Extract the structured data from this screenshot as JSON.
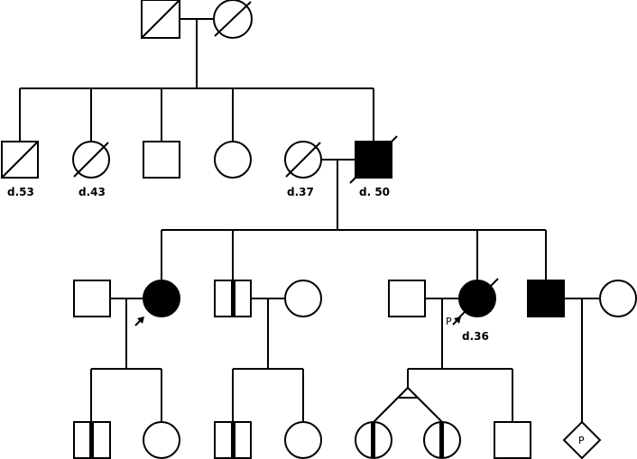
{
  "pedigree": {
    "generation_1": {
      "grandfather": {
        "sex": "male",
        "deceased": true,
        "affected": false
      },
      "grandmother": {
        "sex": "female",
        "deceased": true,
        "affected": false
      }
    },
    "generation_2": [
      {
        "sex": "male",
        "deceased": true,
        "affected": false,
        "age_label": "d.53"
      },
      {
        "sex": "female",
        "deceased": true,
        "affected": false,
        "age_label": "d.43"
      },
      {
        "sex": "male",
        "deceased": false,
        "affected": false
      },
      {
        "sex": "female",
        "deceased": false,
        "affected": false
      },
      {
        "sex": "female",
        "deceased": true,
        "affected": false,
        "age_label": "d.37",
        "spouse_of_affected_male": true
      },
      {
        "sex": "male",
        "deceased": true,
        "affected": true,
        "age_label": "d. 50"
      }
    ],
    "generation_3": [
      {
        "sex": "female",
        "affected": true,
        "proband_arrow": true,
        "spouse": "male-unaffected"
      },
      {
        "sex": "male",
        "carrier": true,
        "spouse": "female-unaffected"
      },
      {
        "sex": "female",
        "affected": true,
        "deceased": true,
        "age_label": "d.36",
        "proband_label": "P",
        "spouse": "male-unaffected"
      },
      {
        "sex": "male",
        "affected": true,
        "spouse": "female-unaffected"
      }
    ],
    "generation_4": [
      {
        "family": 1,
        "sex": "male",
        "carrier": true
      },
      {
        "family": 1,
        "sex": "female",
        "affected": false
      },
      {
        "family": 2,
        "sex": "male",
        "carrier": true
      },
      {
        "family": 2,
        "sex": "female",
        "affected": false
      },
      {
        "family": 3,
        "sex": "female",
        "carrier": true,
        "twin": "monozygotic"
      },
      {
        "family": 3,
        "sex": "female",
        "carrier": true,
        "twin": "monozygotic"
      },
      {
        "family": 3,
        "sex": "male",
        "affected": false
      },
      {
        "family": 4,
        "sex": "unknown",
        "pregnancy": true,
        "symbol_text": "P"
      }
    ]
  },
  "labels": {
    "d53": "d.53",
    "d43": "d.43",
    "d37": "d.37",
    "d50": "d. 50",
    "d36": "d.36",
    "proband_p": "P",
    "pregnancy_p": "P"
  },
  "colors": {
    "stroke": "#000000",
    "affected": "#000000",
    "unaffected": "#ffffff"
  }
}
